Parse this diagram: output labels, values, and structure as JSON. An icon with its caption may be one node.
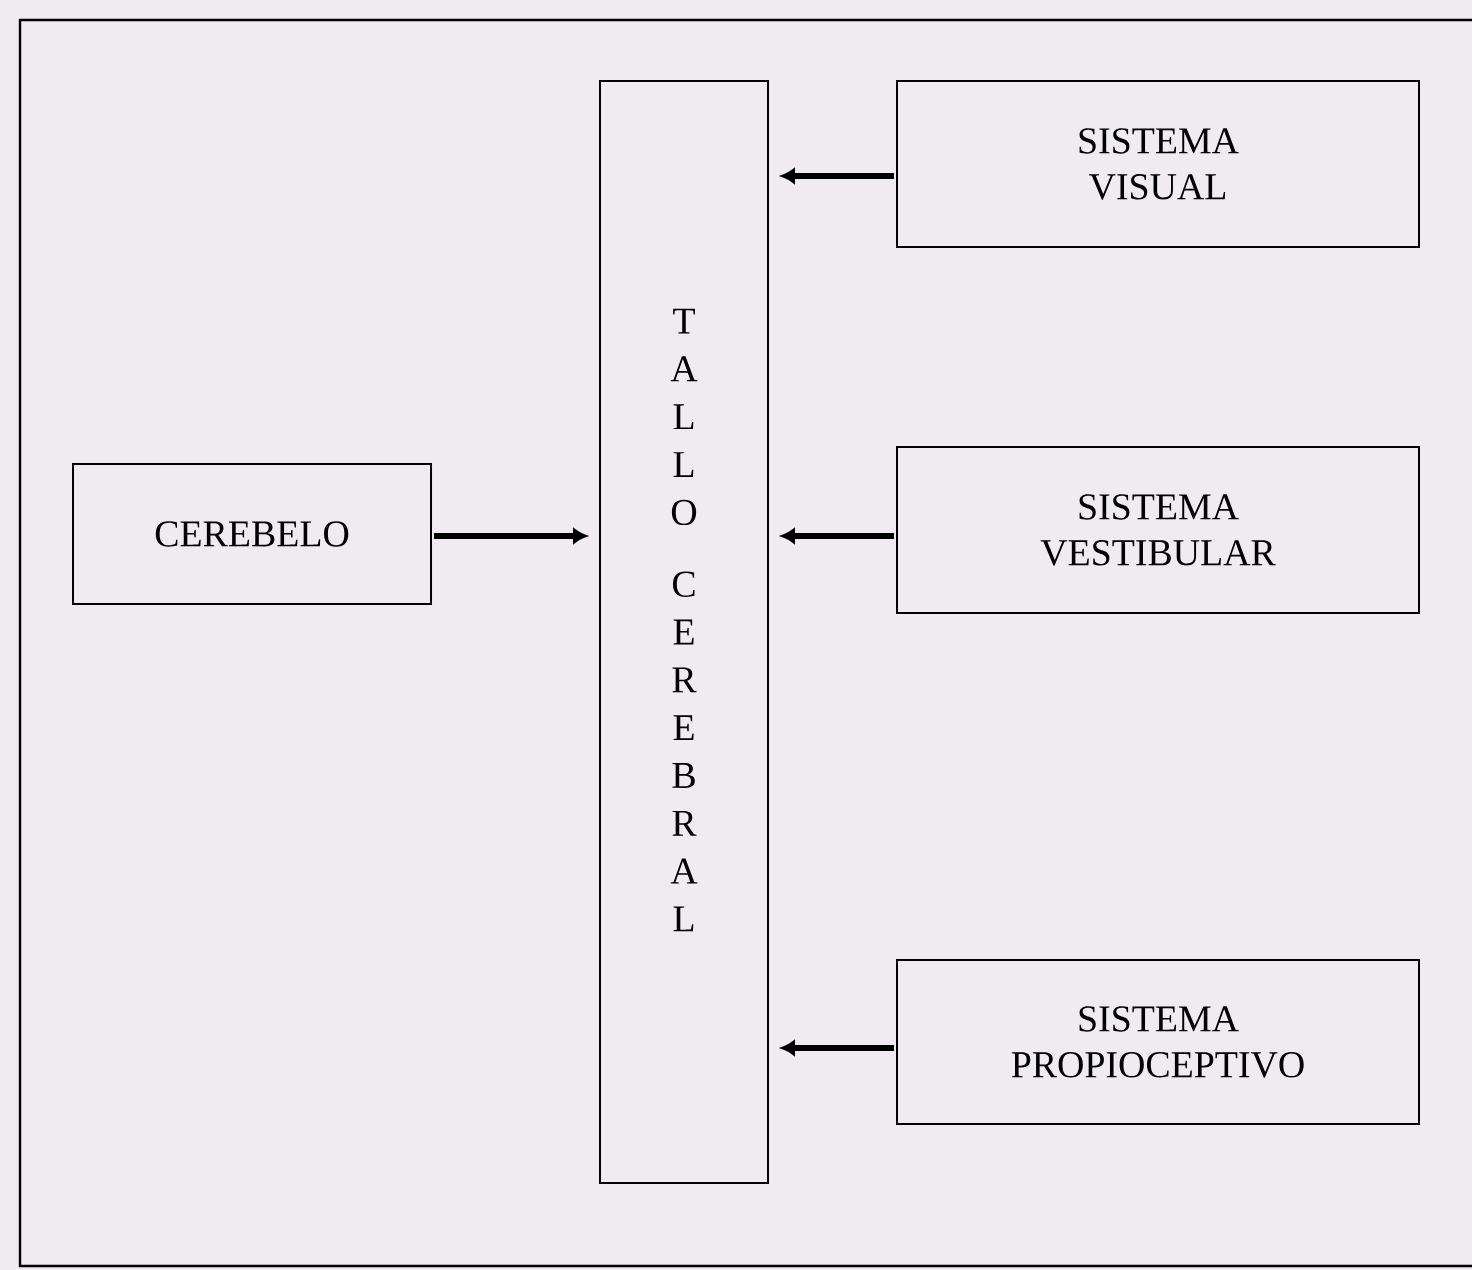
{
  "diagram": {
    "nodes": [
      {
        "text": [
          "TALLO CEREBRAL"
        ]
      },
      {
        "text": [
          "SISTEMA VISUAL"
        ]
      },
      {
        "text": [
          "CEREBELO"
        ]
      },
      {
        "text": [
          "SISTEMA VESTIBULAR"
        ]
      },
      {
        "text": [
          "SISTEMA PROPIOCEPTIVO"
        ]
      }
    ],
    "edges": [
      {
        "from": 1,
        "to": 0,
        "arrow": "to"
      },
      {
        "from": 2,
        "to": 0,
        "arrow": "to"
      },
      {
        "from": 3,
        "to": 0,
        "arrow": "to"
      },
      {
        "from": 4,
        "to": 0,
        "arrow": "to"
      }
    ]
  }
}
